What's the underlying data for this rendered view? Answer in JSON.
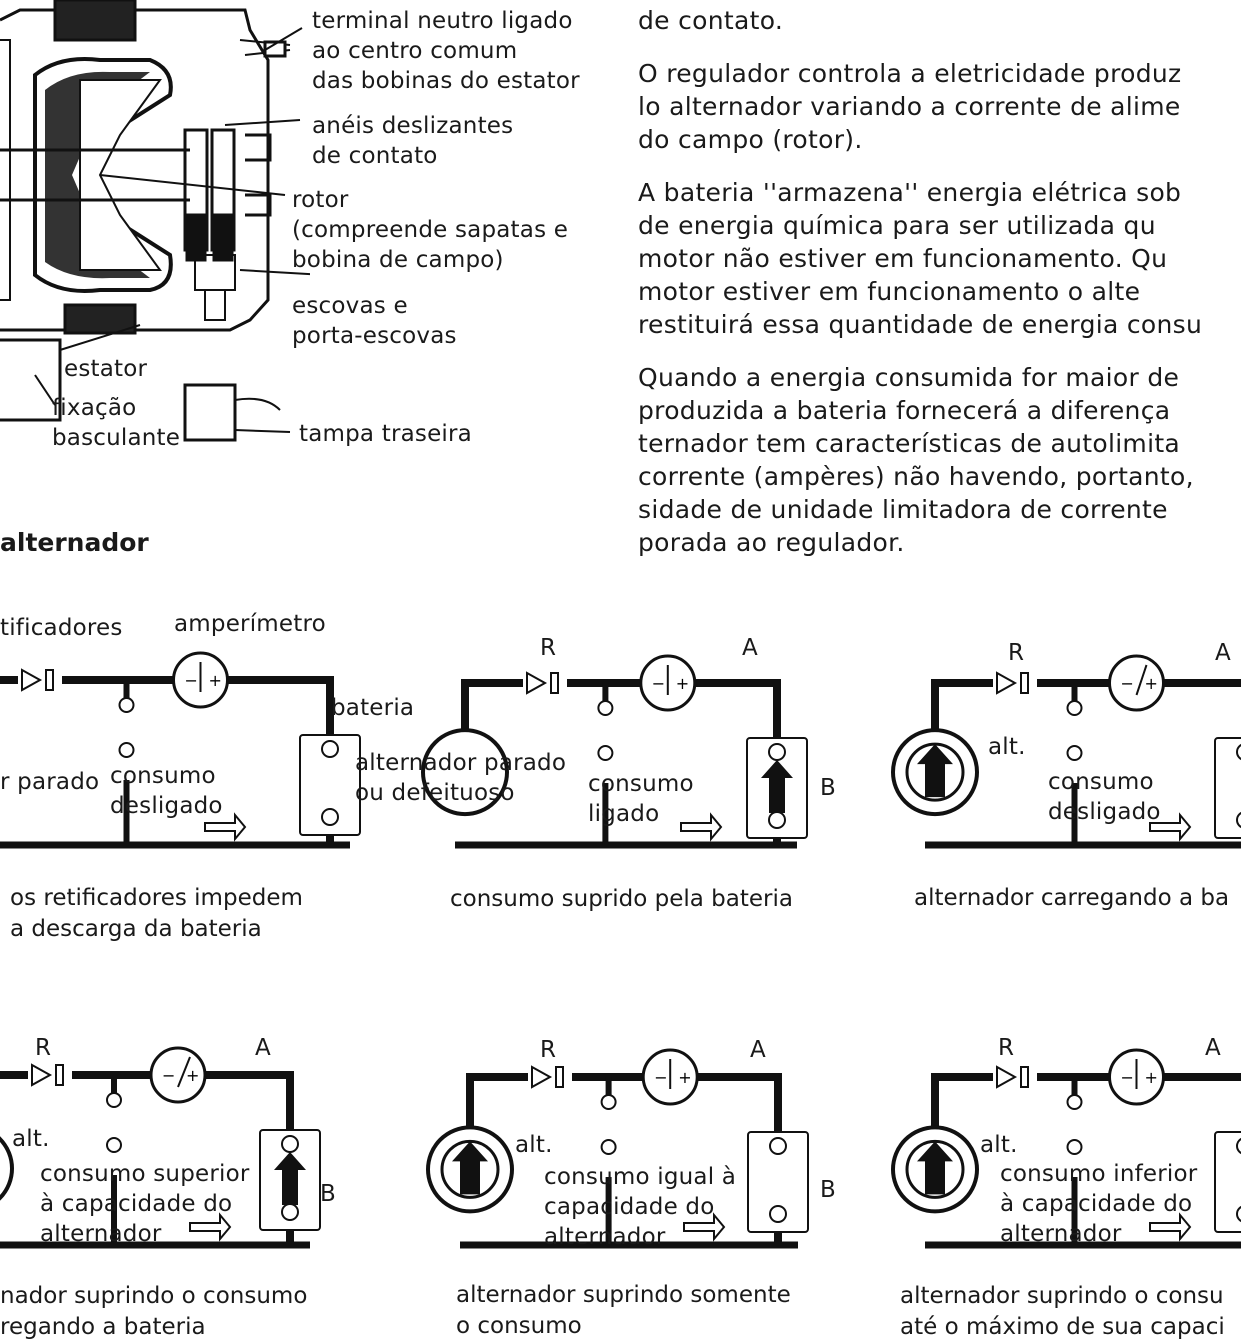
{
  "alternator_labels": {
    "terminal": [
      "terminal neutro ligado",
      "ao centro comum",
      "das bobinas do estator"
    ],
    "rings": [
      "anéis deslizantes",
      "de contato"
    ],
    "rotor": [
      "rotor",
      "(compreende sapatas e",
      "bobina de campo)"
    ],
    "brushes": [
      "escovas e",
      "porta-escovas"
    ],
    "stator": "estator",
    "mount": [
      "fixação",
      "basculante"
    ],
    "cover": "tampa traseira"
  },
  "paragraphs": [
    [
      "de contato."
    ],
    [
      "O regulador controla a eletricidade produz",
      "lo alternador variando a corrente de alime",
      "do campo (rotor)."
    ],
    [
      "A bateria ''armazena'' energia elétrica sob",
      "de energia química para ser utilizada qu",
      "motor não estiver em funcionamento. Qu",
      "motor estiver em funcionamento o alte",
      "restituirá essa quantidade de energia consu"
    ],
    [
      "Quando a energia consumida for maior de",
      "produzida a bateria fornecerá a diferença",
      "ternador tem características de autolimita",
      "corrente (ampères) não havendo, portanto,",
      "sidade de unidade limitadora de corrente",
      "porada ao regulador."
    ]
  ],
  "section_heading": "alternador",
  "circuit_letters": {
    "r": "R",
    "a": "A",
    "b": "B",
    "alt": "alt."
  },
  "circuits": [
    {
      "top_labels": {
        "rect": "tificadores",
        "amp": "amperímetro",
        "bat": "bateria"
      },
      "inner": [
        "r parado"
      ],
      "load": [
        "consumo",
        "desligado"
      ],
      "caption": [
        "os retificadores impedem",
        "a descarga da bateria"
      ]
    },
    {
      "inner": [
        "alternador parado",
        "ou defeituoso"
      ],
      "load": [
        "consumo",
        "ligado"
      ],
      "caption": [
        "consumo suprido pela bateria"
      ]
    },
    {
      "load": [
        "consumo",
        "desligado"
      ],
      "caption": [
        "alternador carregando a ba"
      ]
    },
    {
      "load": [
        "consumo superior",
        "à capacidade do",
        "alternador"
      ],
      "caption": [
        "nador suprindo o consumo",
        "regando a bateria"
      ]
    },
    {
      "load": [
        "consumo igual à",
        "capacidade do",
        "alternador"
      ],
      "caption": [
        "alternador suprindo somente",
        "o consumo"
      ]
    },
    {
      "load": [
        "consumo inferior",
        "à capacidade do",
        "alternador"
      ],
      "caption": [
        "alternador suprindo o consu",
        "até o máximo de sua capaci"
      ]
    }
  ]
}
